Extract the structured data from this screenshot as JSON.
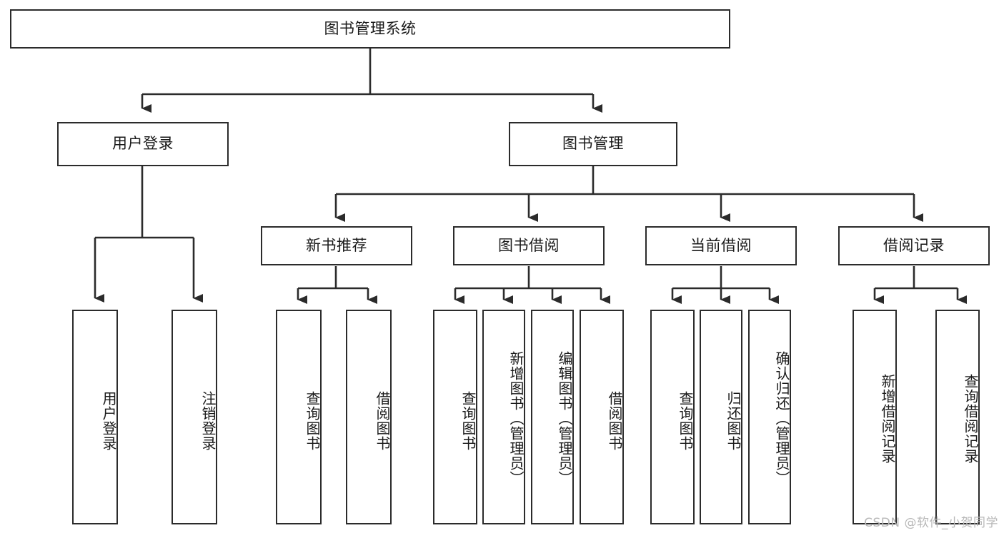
{
  "diagram": {
    "title": "图书管理系统",
    "type": "tree-hierarchy-diagram",
    "colors": {
      "stroke": "#2b2b2b",
      "fill": "#ffffff",
      "text": "#1a1a1a",
      "watermark": "#b8b8b8"
    },
    "root": {
      "label": "图书管理系统"
    },
    "level2": [
      {
        "label": "用户登录"
      },
      {
        "label": "图书管理"
      }
    ],
    "level3": [
      {
        "label": "新书推荐"
      },
      {
        "label": "图书借阅"
      },
      {
        "label": "当前借阅"
      },
      {
        "label": "借阅记录"
      }
    ],
    "leaves": {
      "user_login": [
        {
          "label": "用户登录"
        },
        {
          "label": "注销登录"
        }
      ],
      "new_book_recommend": [
        {
          "label": "查询图书"
        },
        {
          "label": "借阅图书"
        }
      ],
      "book_borrow": [
        {
          "label": "查询图书"
        },
        {
          "label": "新增图书（管理员）"
        },
        {
          "label": "编辑图书（管理员）"
        },
        {
          "label": "借阅图书"
        }
      ],
      "current_borrow": [
        {
          "label": "查询图书"
        },
        {
          "label": "归还图书"
        },
        {
          "label": "确认归还（管理员）"
        }
      ],
      "borrow_records": [
        {
          "label": "新增借阅记录"
        },
        {
          "label": "查询借阅记录"
        }
      ]
    }
  },
  "watermark": {
    "text": "CSDN @软件_小贺同学"
  }
}
